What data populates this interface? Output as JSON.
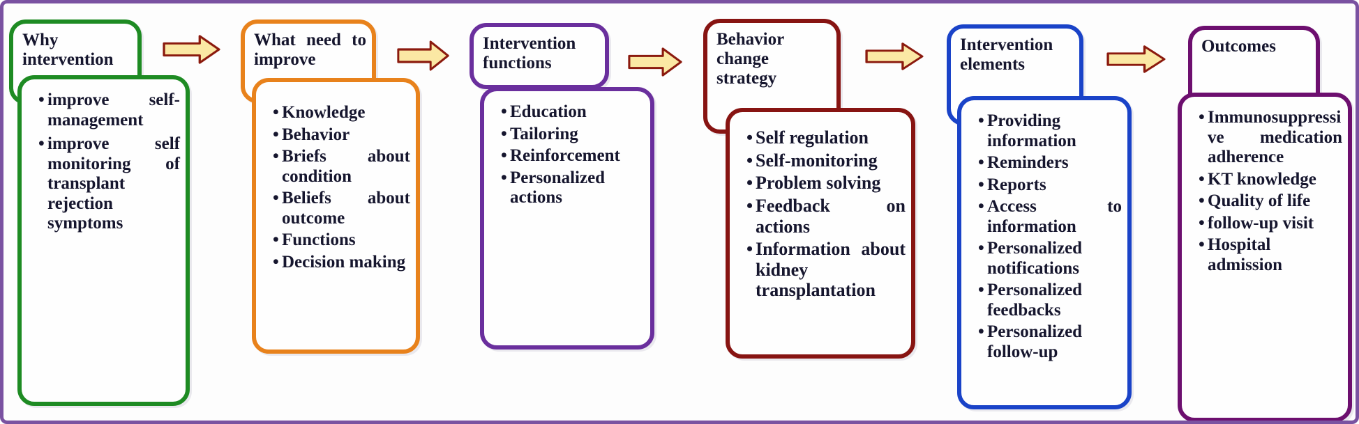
{
  "frame": {
    "border_color": "#7a52a1",
    "background": "#fdfdfd",
    "text_color": "#16162e"
  },
  "arrow": {
    "name": "right-flow-arrow",
    "fill": "#fbe8a4",
    "stroke": "#8b1a0e"
  },
  "columns": [
    {
      "id": "why-intervention",
      "accent": "#1e8b23",
      "header": "Why intervention",
      "items": [
        "improve self-management",
        "improve self monitoring of transplant rejection symptoms"
      ]
    },
    {
      "id": "what-need-to-improve",
      "accent": "#e8821c",
      "header": "What need to improve",
      "items": [
        "Knowledge",
        "Behavior",
        "Briefs about condition",
        "Beliefs about outcome",
        "Functions",
        "Decision making"
      ]
    },
    {
      "id": "intervention-functions",
      "accent": "#6a2f9d",
      "header": "Intervention functions",
      "items": [
        "Education",
        "Tailoring",
        "Reinforcement",
        "Personalized actions"
      ]
    },
    {
      "id": "behavior-change-strategy",
      "accent": "#871412",
      "header": "Behavior change strategy",
      "items": [
        "Self regulation",
        "Self-monitoring",
        "Problem solving",
        "Feedback on actions",
        "Information about kidney transplantation"
      ]
    },
    {
      "id": "intervention-elements",
      "accent": "#1a43c8",
      "header": "Intervention elements",
      "items": [
        "Providing information",
        "Reminders",
        "Reports",
        "Access to information",
        "Personalized notifications",
        "Personalized feedbacks",
        "Personalized follow-up"
      ]
    },
    {
      "id": "outcomes",
      "accent": "#6d0f6f",
      "header": "Outcomes",
      "items": [
        "Immunosuppressive medication adherence",
        "KT knowledge",
        "Quality of life",
        "follow-up visit",
        "Hospital admission"
      ]
    }
  ]
}
